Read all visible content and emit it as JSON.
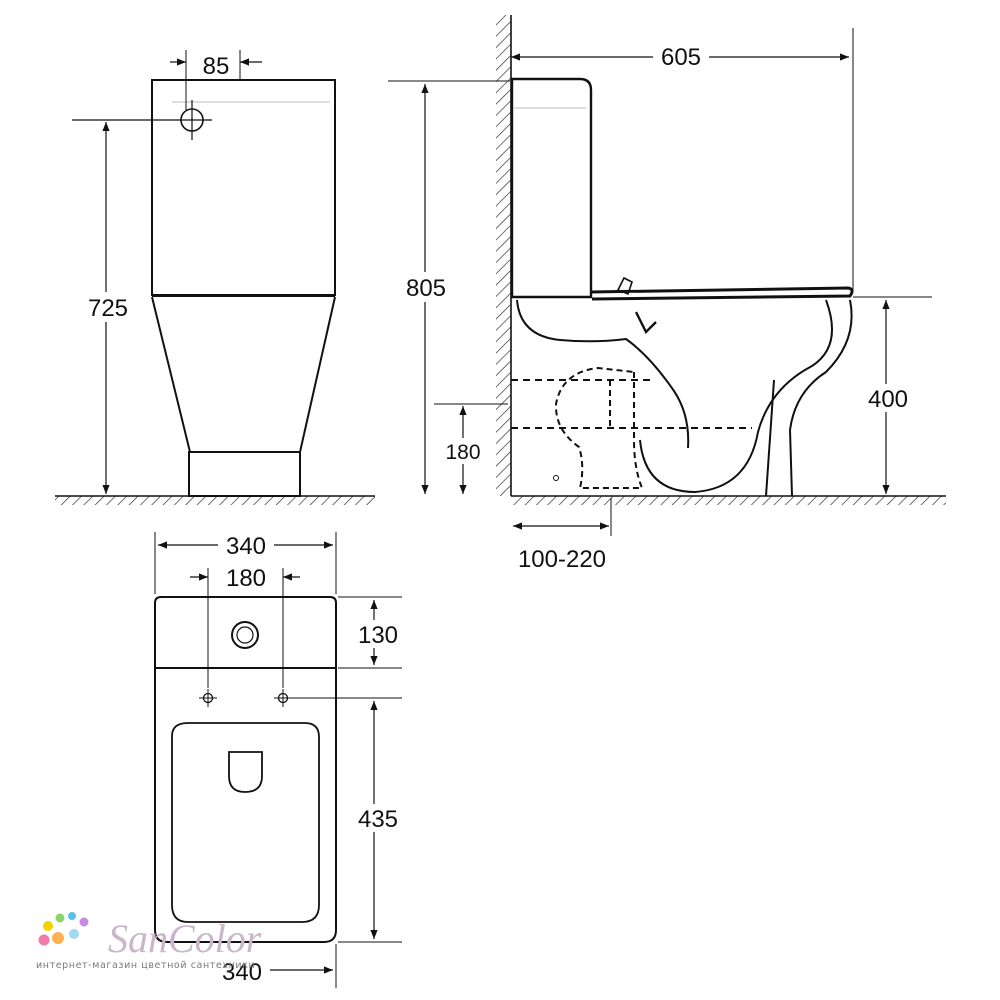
{
  "dimensions": {
    "front_outlet_spacing": "85",
    "front_height": "725",
    "side_total_height": "805",
    "side_depth": "605",
    "side_seat_height": "400",
    "side_outlet_height": "180",
    "side_wall_distance": "100-220",
    "top_width_upper": "340",
    "top_bolt_spacing": "180",
    "top_tank_depth": "130",
    "top_bowl_length": "435",
    "top_width_lower": "340"
  },
  "logo": {
    "name": "SanColor",
    "tagline": "интернет-магазин цветной сантехники",
    "dot_colors": [
      "#f5d300",
      "#8ed36b",
      "#58c0e6",
      "#c58be0",
      "#f07aa8",
      "#ffb24f",
      "#9fd8f0"
    ]
  },
  "colors": {
    "line": "#111111",
    "hatch": "#333333"
  }
}
